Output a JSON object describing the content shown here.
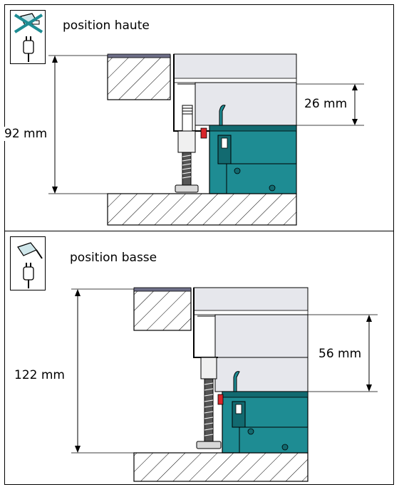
{
  "panels": [
    {
      "caption": "position haute",
      "icon": "plug-disconnected-icon",
      "total_height_label": "92 mm",
      "offset_label": "26 mm"
    },
    {
      "caption": "position basse",
      "icon": "plug-connected-icon",
      "total_height_label": "122 mm",
      "offset_label": "56 mm"
    }
  ],
  "colors": {
    "teal": "#1e8c93",
    "teal_dark": "#126a70",
    "panel_grey": "#e6e7ec",
    "worktop_top": "#6e6f88",
    "red_accent": "#d9262a"
  }
}
